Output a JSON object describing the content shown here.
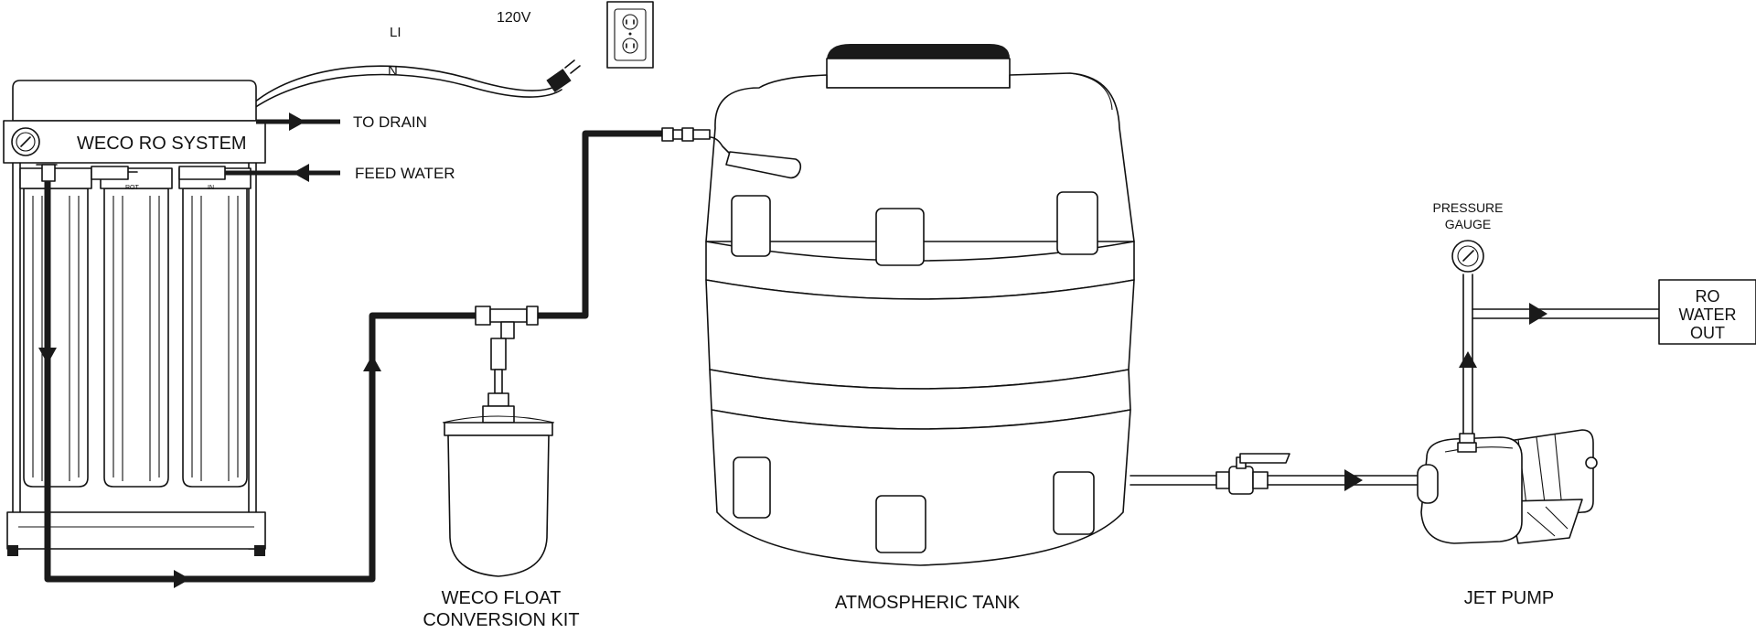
{
  "labels": {
    "voltage": "120V",
    "line": "LI",
    "neutral": "N",
    "ro_system": "WECO RO SYSTEM",
    "to_drain": "TO DRAIN",
    "feed_water": "FEED WATER",
    "float_kit_line1": "WECO FLOAT",
    "float_kit_line2": "CONVERSION KIT",
    "tank": "ATMOSPHERIC TANK",
    "jet_pump": "JET PUMP",
    "pressure_gauge_line1": "PRESSURE",
    "pressure_gauge_line2": "GAUGE",
    "ro_out_line1": "RO",
    "ro_out_line2": "WATER",
    "ro_out_line3": "OUT",
    "housing_tag_1": "ROT",
    "housing_tag_2": "IN"
  }
}
